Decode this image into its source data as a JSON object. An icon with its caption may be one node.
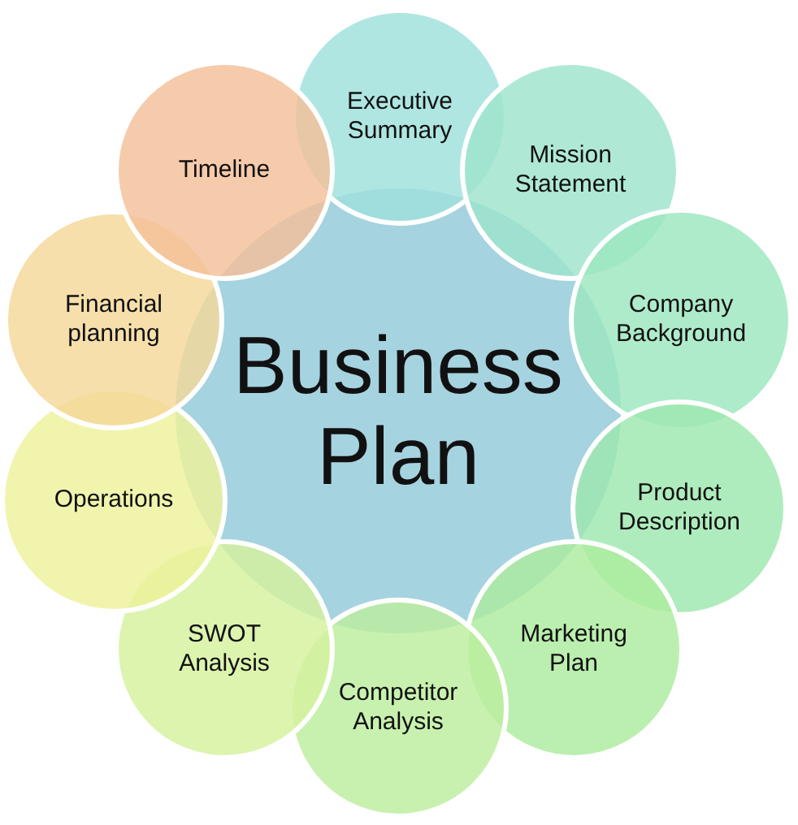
{
  "diagram": {
    "nodes": [
      {
        "text": [
          "Business Plan"
        ]
      },
      {
        "text": [
          "Executive Summary"
        ]
      },
      {
        "text": [
          "Mission Statement"
        ]
      },
      {
        "text": [
          "Company Background"
        ]
      },
      {
        "text": [
          "Product Description"
        ]
      },
      {
        "text": [
          "Marketing Plan"
        ]
      },
      {
        "text": [
          "Competitor Analysis"
        ]
      },
      {
        "text": [
          "SWOT Analysis"
        ]
      },
      {
        "text": [
          "Operations"
        ]
      },
      {
        "text": [
          "Financial planning"
        ]
      },
      {
        "text": [
          "Timeline"
        ]
      }
    ]
  }
}
